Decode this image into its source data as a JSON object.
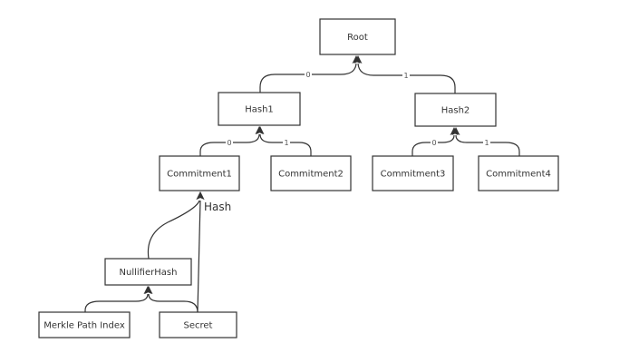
{
  "nodes": [
    {
      "id": "root",
      "label": "Root"
    },
    {
      "id": "hash1",
      "label": "Hash1"
    },
    {
      "id": "hash2",
      "label": "Hash2"
    },
    {
      "id": "commitment1",
      "label": "Commitment1"
    },
    {
      "id": "commitment2",
      "label": "Commitment2"
    },
    {
      "id": "commitment3",
      "label": "Commitment3"
    },
    {
      "id": "commitment4",
      "label": "Commitment4"
    },
    {
      "id": "nullifierhash",
      "label": "NullifierHash"
    },
    {
      "id": "merkle_path_index",
      "label": "Merkle Path Index"
    },
    {
      "id": "secret",
      "label": "Secret"
    }
  ],
  "edges": [
    {
      "id": "hash1-root",
      "from": "hash1",
      "to": "root",
      "label": "0"
    },
    {
      "id": "hash2-root",
      "from": "hash2",
      "to": "root",
      "label": "1"
    },
    {
      "id": "c1-hash1",
      "from": "commitment1",
      "to": "hash1",
      "label": "0"
    },
    {
      "id": "c2-hash1",
      "from": "commitment2",
      "to": "hash1",
      "label": "1"
    },
    {
      "id": "c3-hash2",
      "from": "commitment3",
      "to": "hash2",
      "label": "0"
    },
    {
      "id": "c4-hash2",
      "from": "commitment4",
      "to": "hash2",
      "label": "1"
    },
    {
      "id": "nh-c1",
      "from": "nullifierhash",
      "to": "commitment1",
      "label": ""
    },
    {
      "id": "secret-c1",
      "from": "secret",
      "to": "commitment1",
      "label": ""
    },
    {
      "id": "mpi-nh",
      "from": "merkle_path_index",
      "to": "nullifierhash",
      "label": ""
    },
    {
      "id": "secret-nh",
      "from": "secret",
      "to": "nullifierhash",
      "label": ""
    }
  ],
  "annotations": {
    "hash_label": "Hash"
  },
  "colors": {
    "stroke": "#333333",
    "background": "#ffffff"
  }
}
